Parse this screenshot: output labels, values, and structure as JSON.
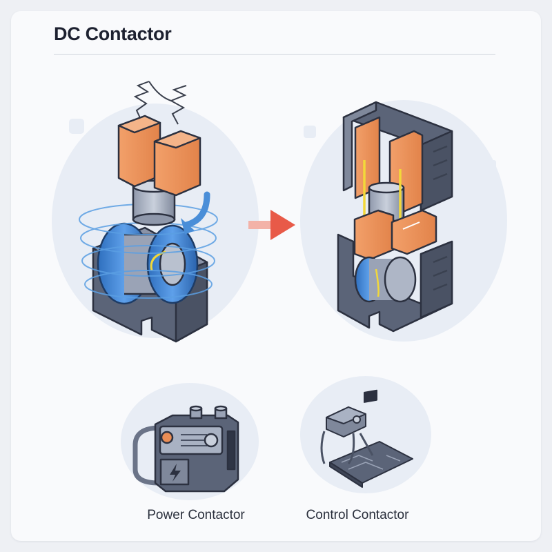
{
  "title": "DC Contactor",
  "captions": {
    "power": "Power Contactor",
    "control": "Control Contactor"
  },
  "colors": {
    "copper": "#e98d55",
    "copper_dark": "#c86a35",
    "steel": "#5b6478",
    "steel_light": "#a9b2c3",
    "coil_blue": "#3f86d8",
    "field_blue": "#6aa8e8",
    "arrow_red": "#e85a48",
    "spark_yellow": "#f2d83a"
  },
  "icons": [
    "spring-icon",
    "magnetic-field-icon",
    "transition-arrow-icon",
    "lightning-icon",
    "chip-icon"
  ]
}
